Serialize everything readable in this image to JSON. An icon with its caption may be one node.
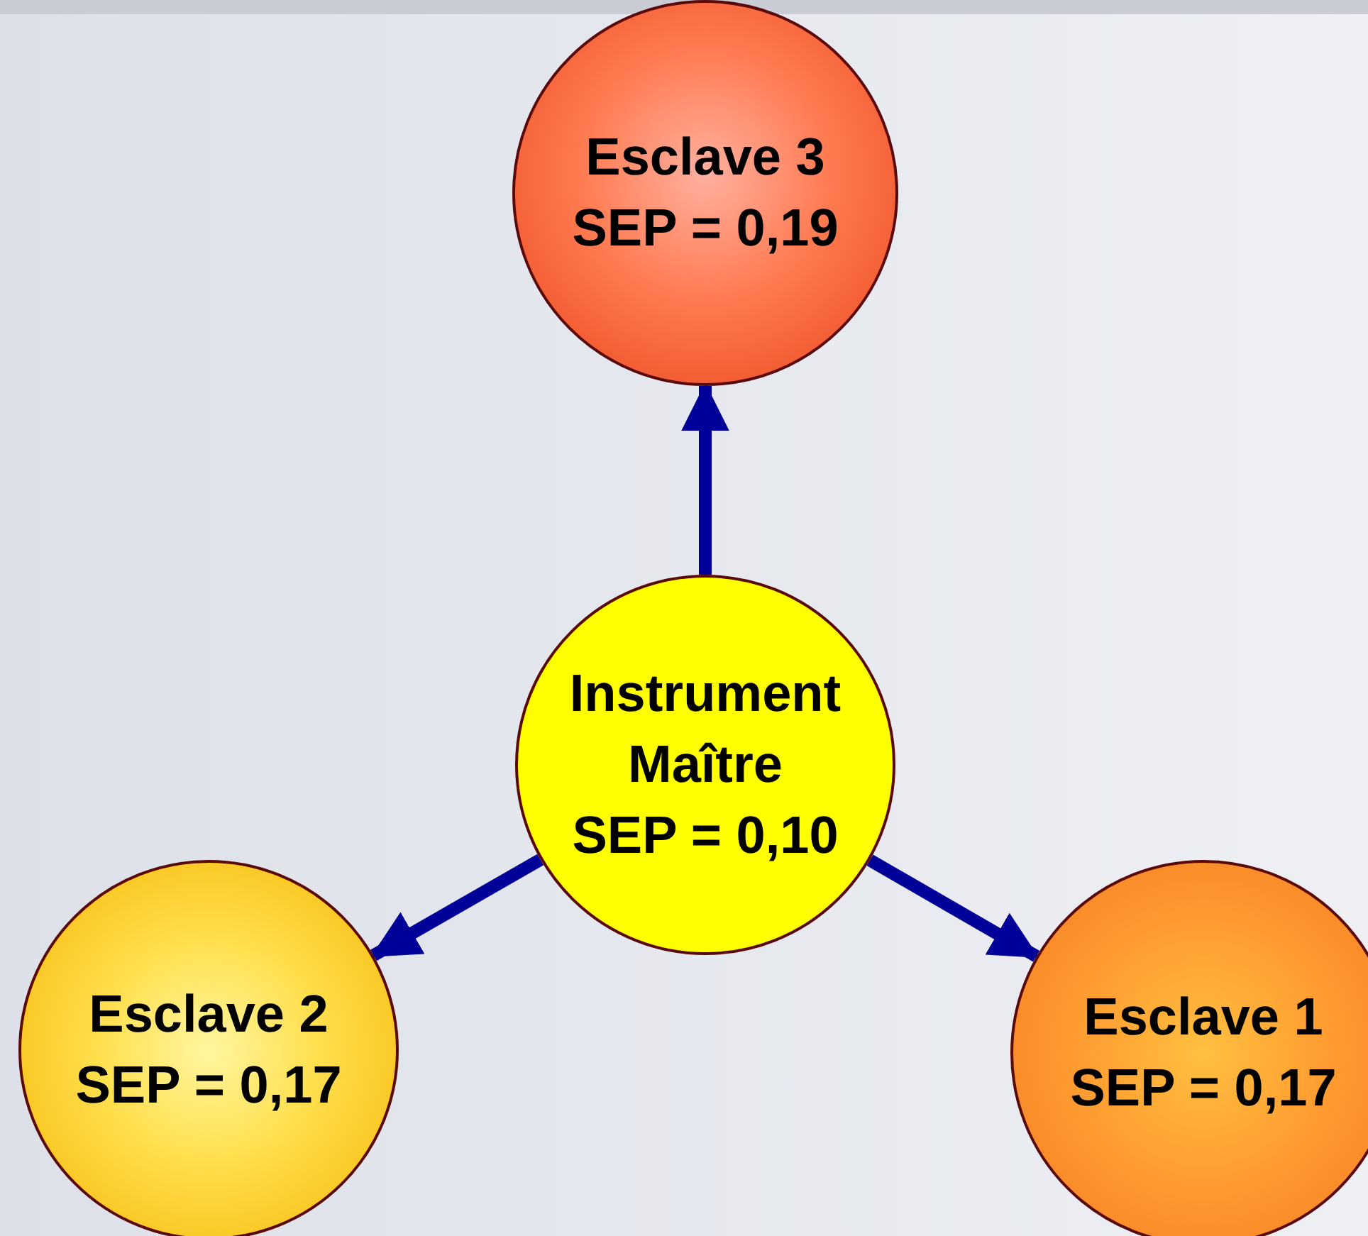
{
  "diagram": {
    "nodes": [
      {
        "text": [
          "Esclave 3",
          "SEP = 0,19"
        ]
      },
      {
        "text": [
          "Instrument Maître",
          "SEP = 0,10"
        ]
      },
      {
        "text": [
          "Esclave 2",
          "SEP = 0,17"
        ]
      },
      {
        "text": [
          "Esclave 1",
          "SEP = 0,17"
        ]
      }
    ],
    "edges": [
      {
        "from": 1,
        "to": 0,
        "arrow": "to"
      },
      {
        "from": 1,
        "to": 2,
        "arrow": "to"
      },
      {
        "from": 1,
        "to": 3,
        "arrow": "to"
      }
    ]
  }
}
